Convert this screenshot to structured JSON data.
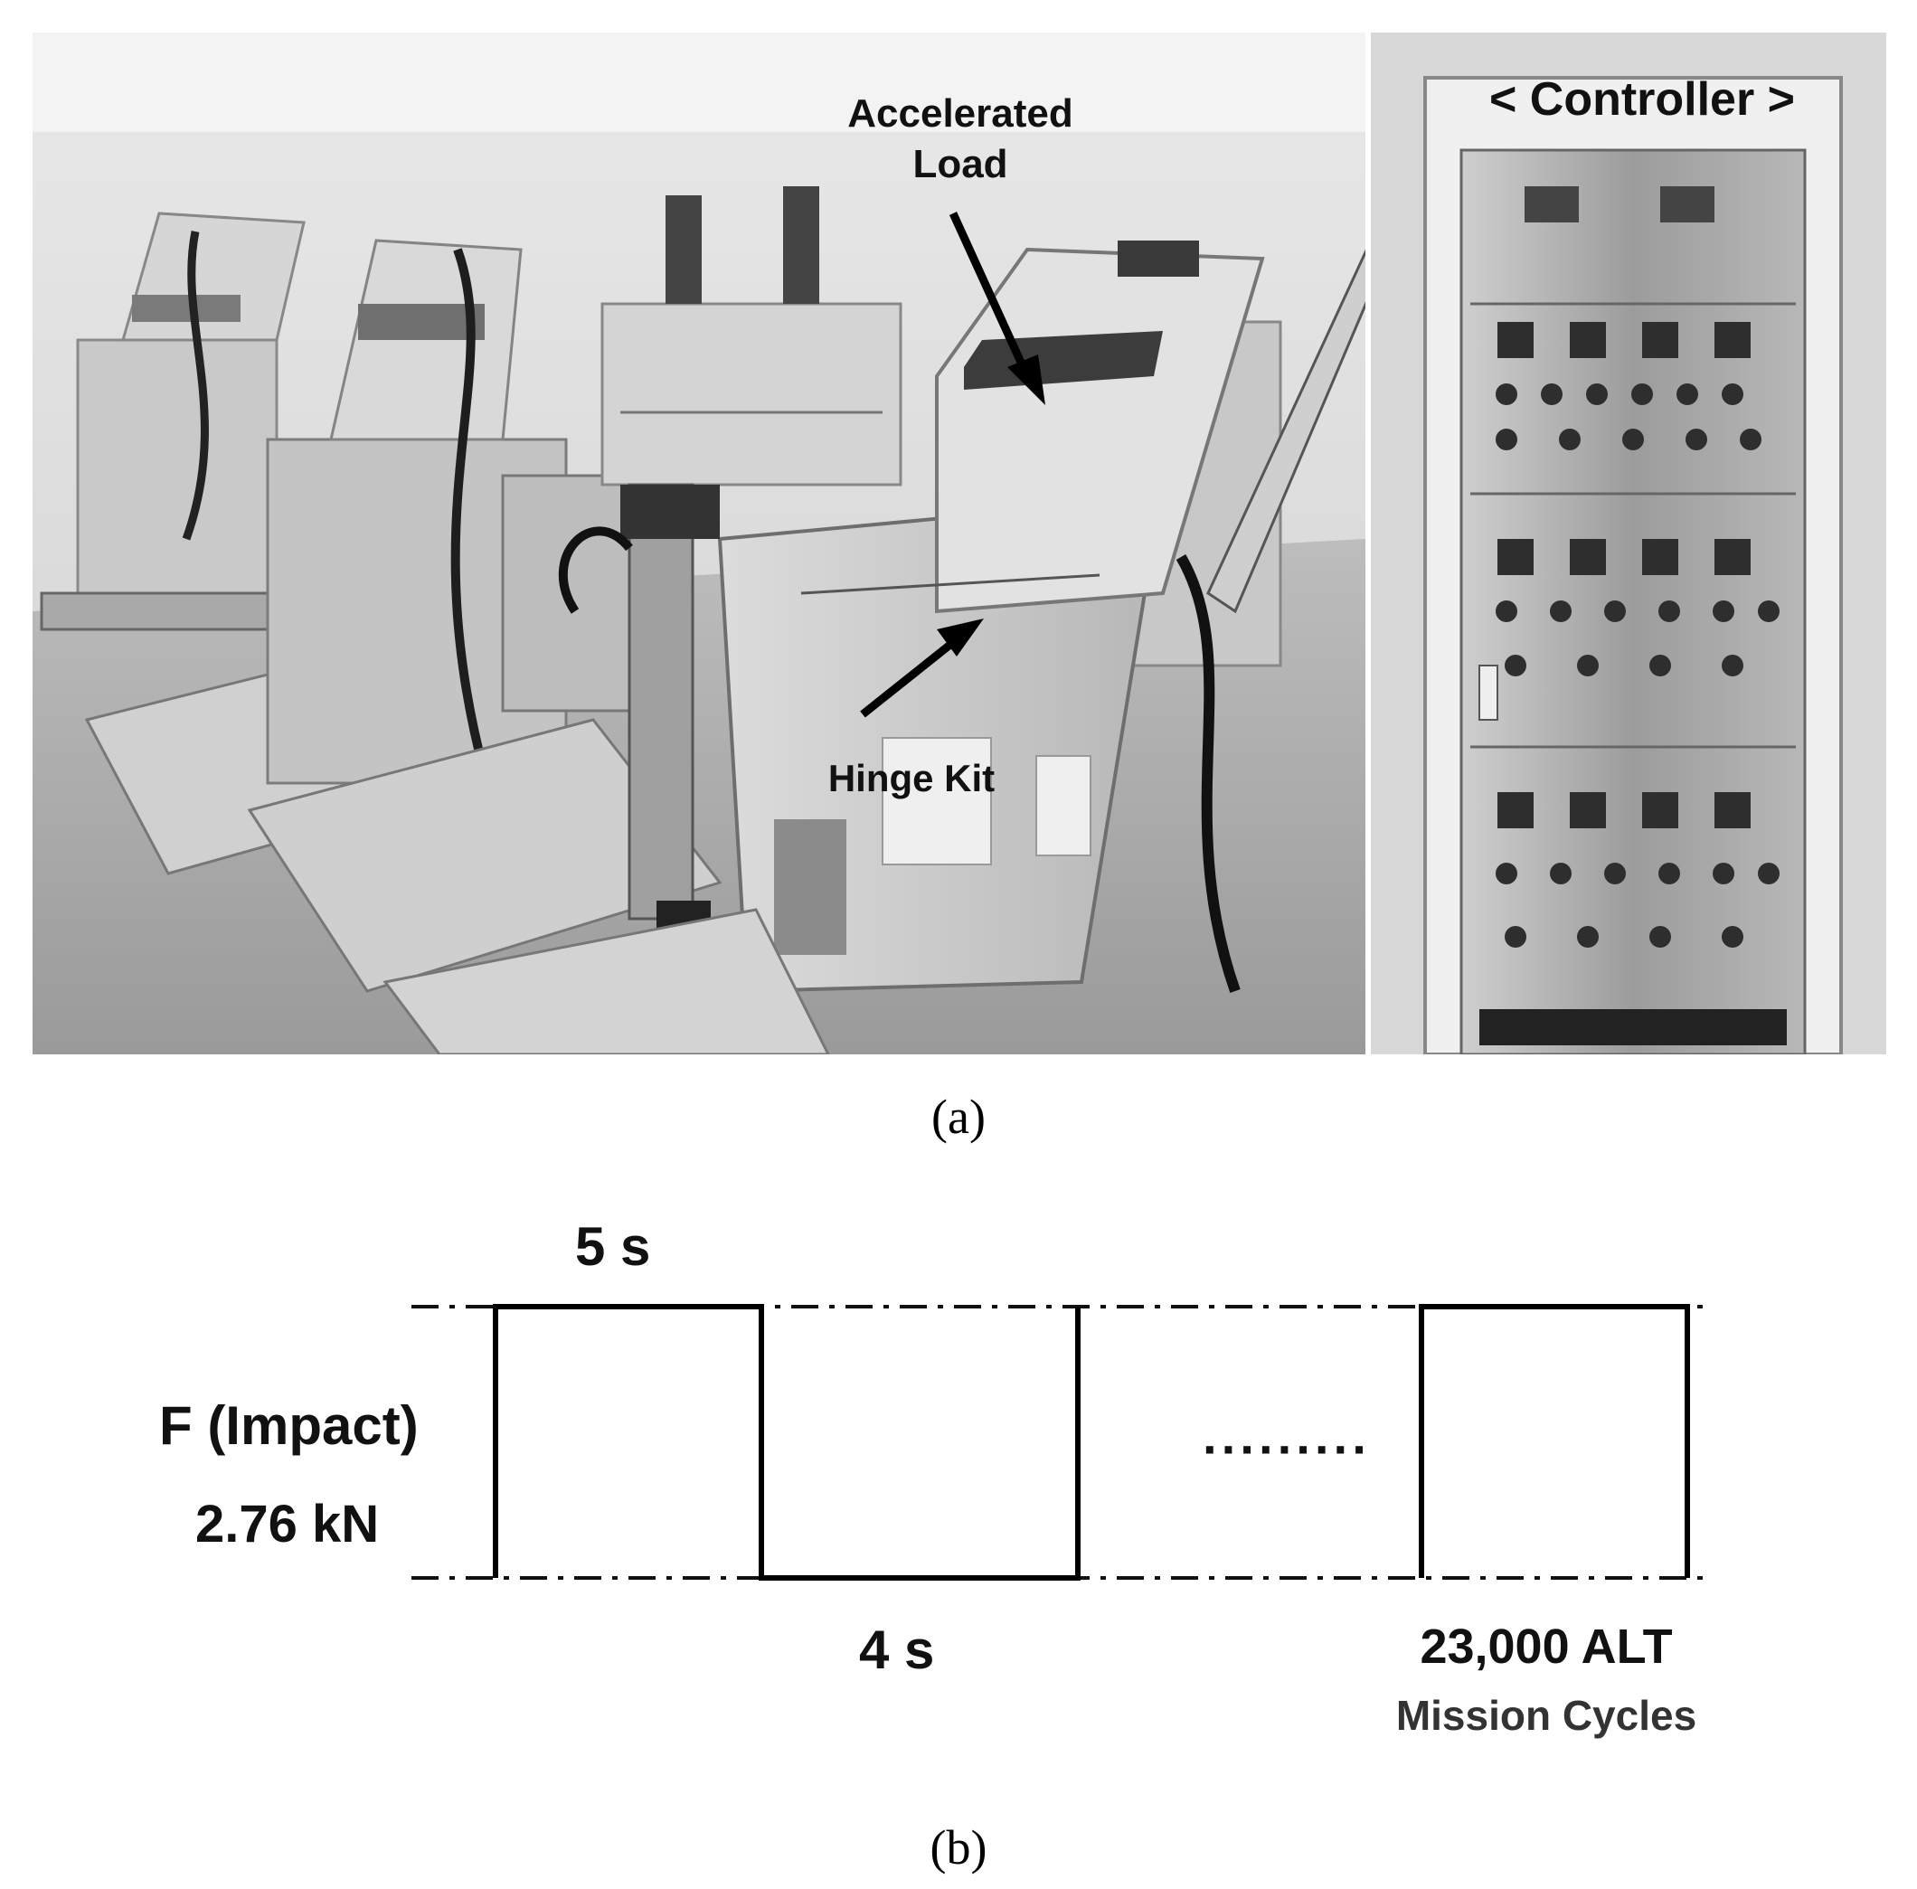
{
  "photo": {
    "accelerated_label": "Accelerated\nLoad",
    "hinge_label": "Hinge Kit",
    "controller_label": "< Controller >"
  },
  "caption_a": "(a)",
  "waveform": {
    "on_duration_label": "5 s",
    "off_duration_label": "4 s",
    "force_label": "F (Impact)",
    "magnitude_label": "2.76 kN",
    "ellipsis": "·········",
    "cycle_count_label": "23,000 ALT",
    "cycle_unit_label": "Mission Cycles"
  },
  "caption_b": "(b)"
}
